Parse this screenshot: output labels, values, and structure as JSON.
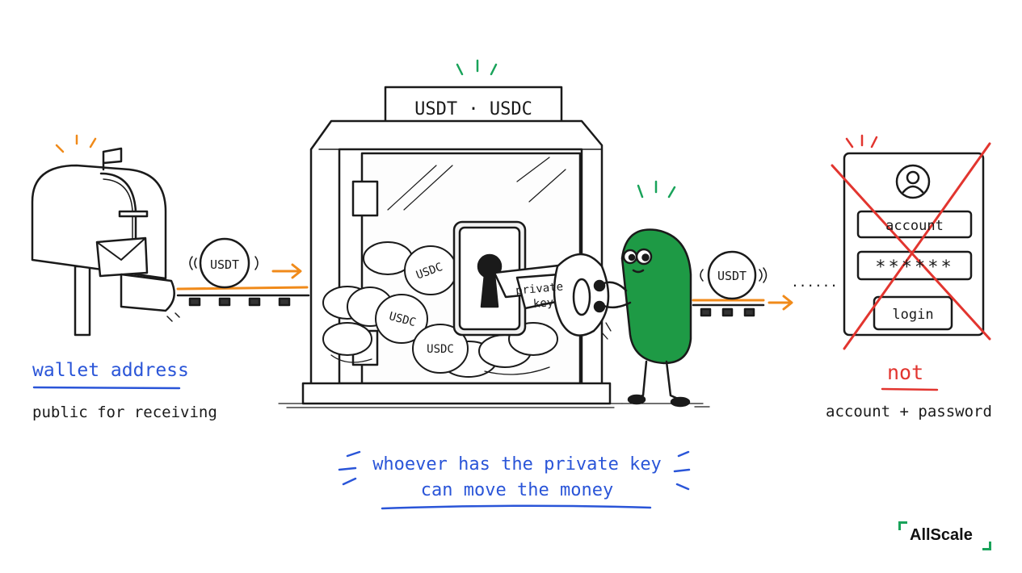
{
  "sign": {
    "text": "USDT · USDC"
  },
  "coins": {
    "left_coin": "USDT",
    "right_coin": "USDT",
    "stack_labels": [
      "USDC",
      "USDC",
      "USDC"
    ]
  },
  "key": {
    "tag_line1": "private",
    "tag_line2": "key"
  },
  "login_card": {
    "account_field": "account",
    "password_field": "******",
    "login_button": "login"
  },
  "ellipsis": "......",
  "labels": {
    "wallet_address": "wallet address",
    "public_for_receiving": "public for receiving",
    "not": "not",
    "account_password": "account + password"
  },
  "caption": {
    "line1": "whoever has the private key",
    "line2": "can move the money"
  },
  "brand": {
    "name": "AllScale"
  },
  "colors": {
    "ink": "#1a1a1a",
    "blue_label": "#2a55d8",
    "red_cross": "#e2352f",
    "orange_accent": "#f08a1a",
    "green_character": "#1e9a45",
    "green_brand": "#19a35a"
  }
}
